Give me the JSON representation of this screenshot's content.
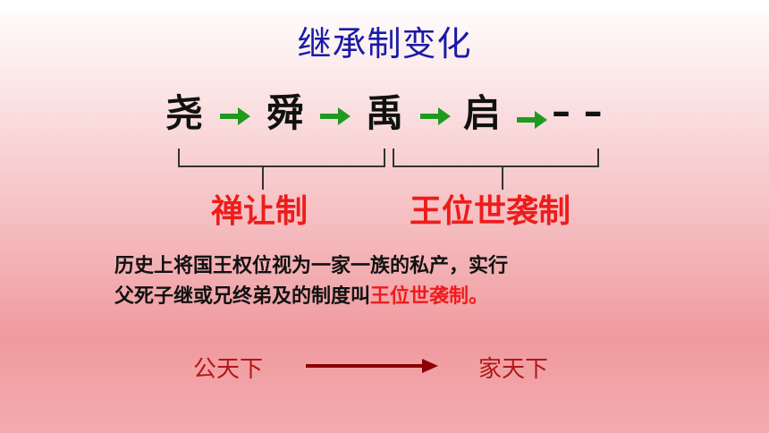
{
  "title": "继承制变化",
  "sequence": [
    "尧",
    "舜",
    "禹",
    "启",
    "– –"
  ],
  "groups": [
    {
      "label": "禅让制"
    },
    {
      "label": "王位世袭制"
    }
  ],
  "definition": {
    "line1": "历史上将国王权位视为一家一族的私产，实行",
    "line2_prefix": "父死子继或兄终弟及的制度叫",
    "line2_highlight": "王位世袭制",
    "line2_suffix": "。"
  },
  "transition": {
    "from": "公天下",
    "to": "家天下"
  },
  "colors": {
    "title": "#1a1aa8",
    "label": "#ee1c1c",
    "arrow_green": "#1f9a1f",
    "arrow_dark_red": "#8b0000",
    "bottom_text": "#b01818"
  }
}
